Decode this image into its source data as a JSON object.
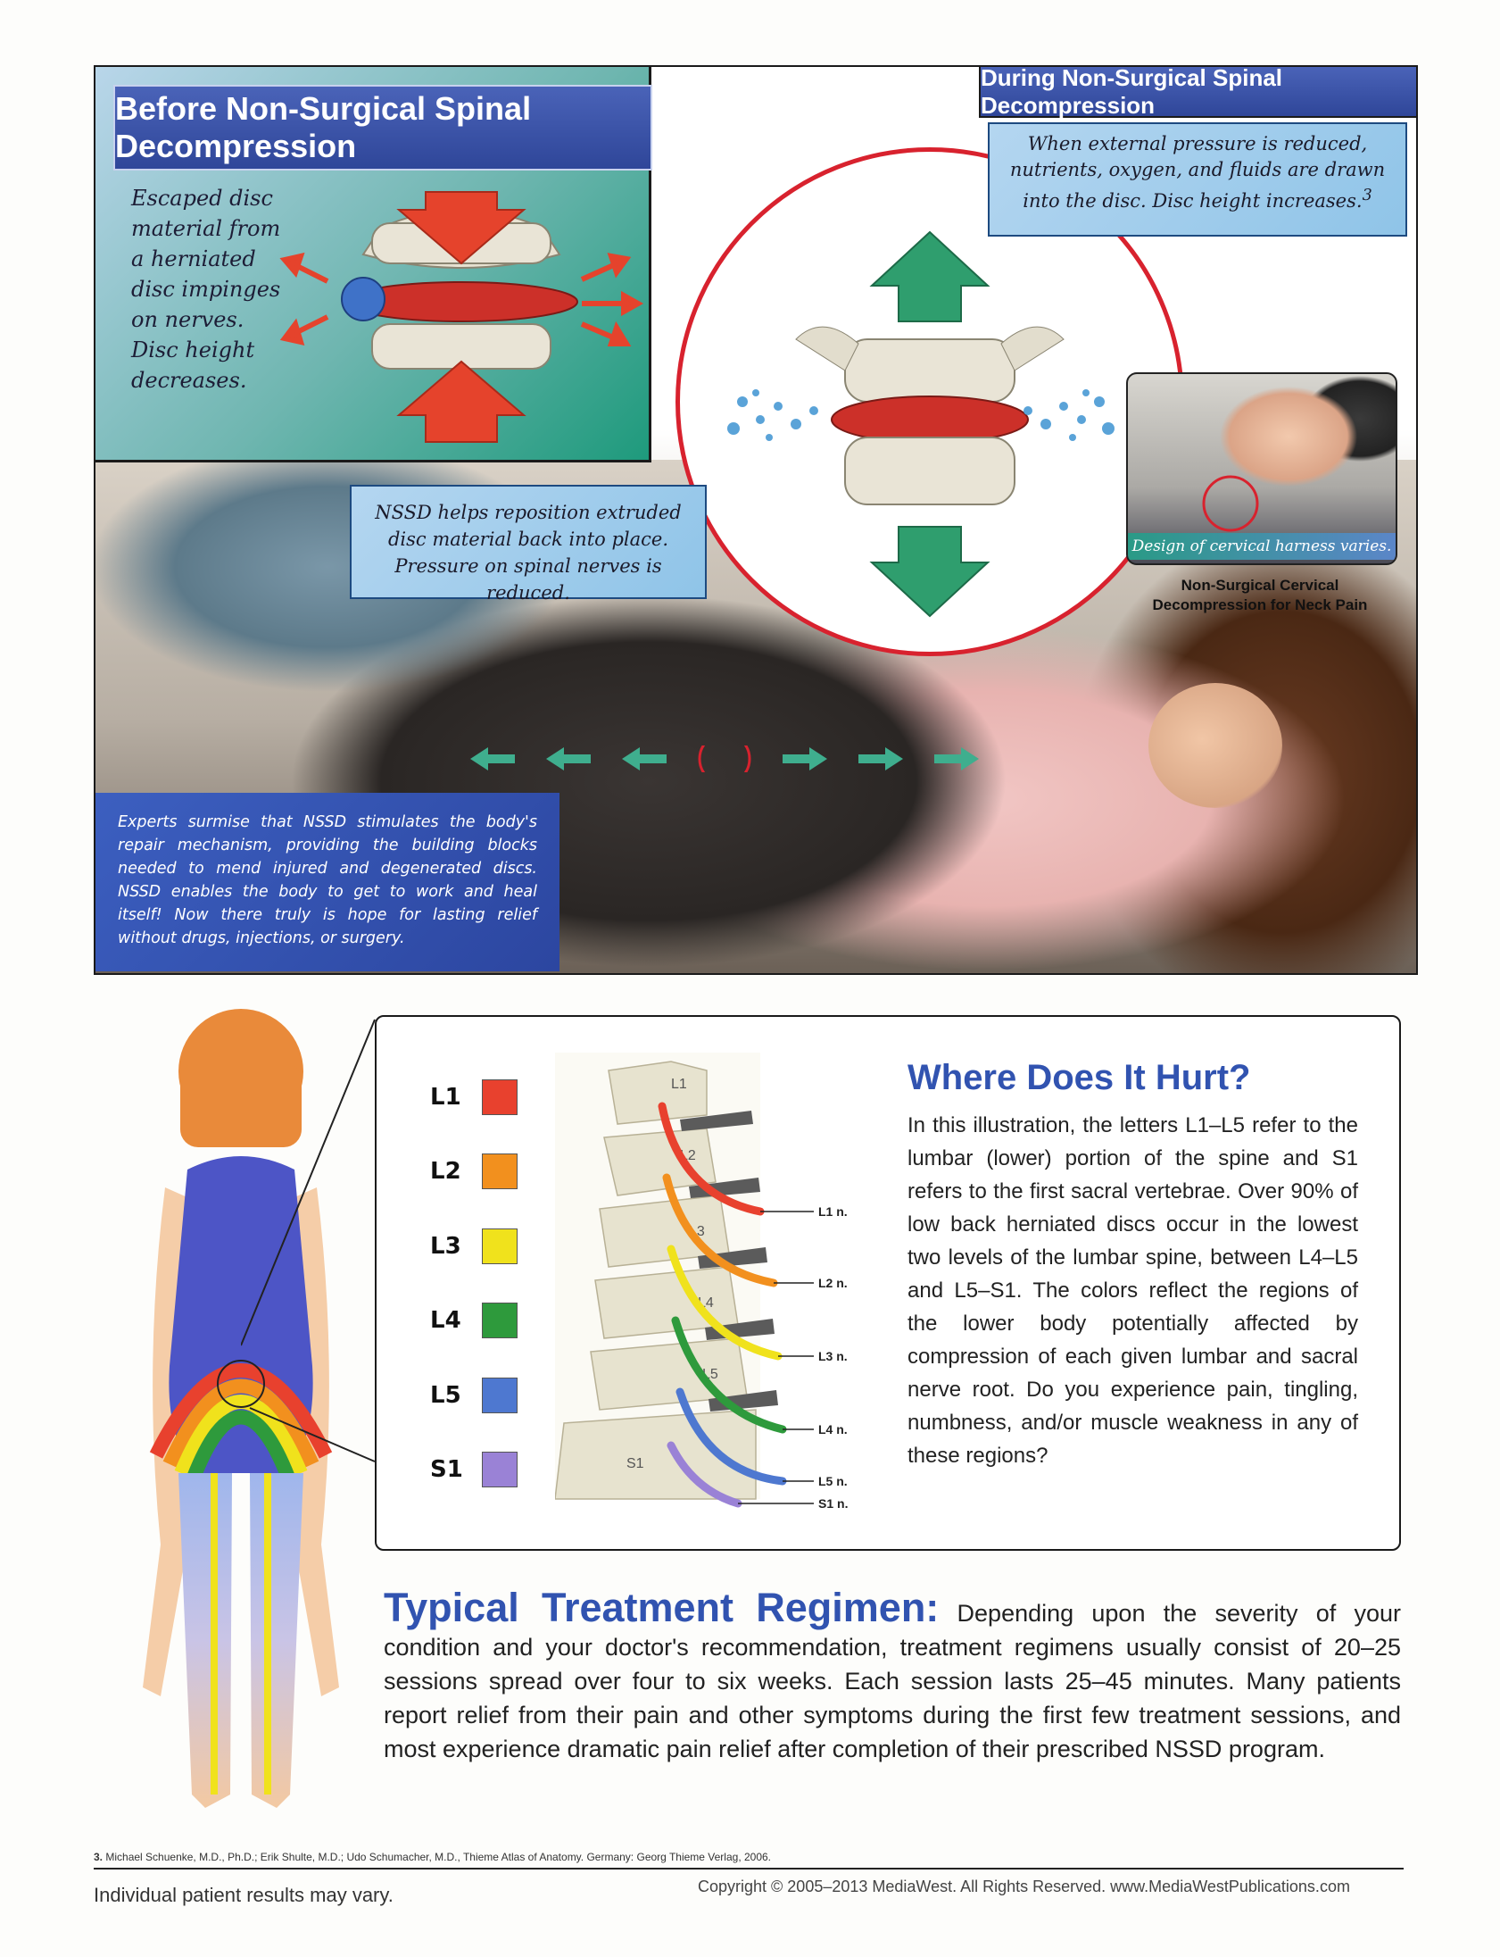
{
  "before": {
    "title": "Before Non-Surgical Spinal Decompression",
    "caption": "Escaped disc material from a herniated disc impinges on nerves. Disc height decreases."
  },
  "during": {
    "title": "During Non-Surgical Spinal Decompression",
    "caption": "When external pressure is reduced, nutrients, oxygen, and fluids are drawn into the disc. Disc height increases.",
    "footnote_mark": "3"
  },
  "reposition": {
    "caption": "NSSD helps reposition extruded disc material back into place. Pressure on spinal nerves is reduced."
  },
  "cervical": {
    "photo_caption": "Design of cervical harness varies.",
    "label": "Non-Surgical Cervical Decompression for Neck Pain"
  },
  "experts": {
    "text": "Experts surmise that NSSD stimulates the body's repair mechanism, providing the building blocks needed to mend injured and degenerated discs. NSSD enables the body to get to work and heal itself! Now there truly is hope for lasting relief without drugs, injections, or surgery."
  },
  "legend": [
    {
      "label": "L1",
      "color": "#e8412e"
    },
    {
      "label": "L2",
      "color": "#f2901e"
    },
    {
      "label": "L3",
      "color": "#f0e21c"
    },
    {
      "label": "L4",
      "color": "#2e9a3c"
    },
    {
      "label": "L5",
      "color": "#4e78d0"
    },
    {
      "label": "S1",
      "color": "#9a82d6"
    }
  ],
  "spine": {
    "vertebrae": [
      "L1",
      "L2",
      "L3",
      "L4",
      "L5",
      "S1"
    ],
    "nerves": [
      "L1 n.",
      "L2 n.",
      "L3 n.",
      "L4 n.",
      "L5 n.",
      "S1 n."
    ]
  },
  "hurt": {
    "title": "Where Does It Hurt?",
    "text": "In this illustration, the letters L1–L5 refer to the lumbar (lower) portion of the spine and S1 refers to the first sacral vertebrae. Over 90% of low back herniated discs occur in the lowest two levels of the lumbar spine, between L4–L5 and L5–S1. The colors reflect the regions of the lower body potentially affected by compression of each given lumbar and sacral nerve root. Do you experience pain, tingling, numbness, and/or muscle weakness in any of these regions?"
  },
  "treatment": {
    "title": "Typical Treatment Regimen:",
    "text": "Depending upon the severity of your condition and your doctor's recommendation, treatment regimens usually consist of 20–25 sessions spread over four to six weeks. Each session lasts 25–45 minutes. Many patients report relief from their pain and other symptoms during the first few treatment sessions, and most experience dramatic pain relief after completion of their prescribed NSSD program."
  },
  "footer": {
    "footnote_number": "3.",
    "footnote": "Michael Schuenke, M.D., Ph.D.; Erik Shulte, M.D.; Udo Schumacher, M.D., Thieme Atlas of Anatomy. Germany: Georg Thieme Verlag, 2006.",
    "disclaimer": "Individual patient results may vary.",
    "copyright": "Copyright © 2005–2013 MediaWest. All Rights Reserved. www.MediaWestPublications.com"
  }
}
